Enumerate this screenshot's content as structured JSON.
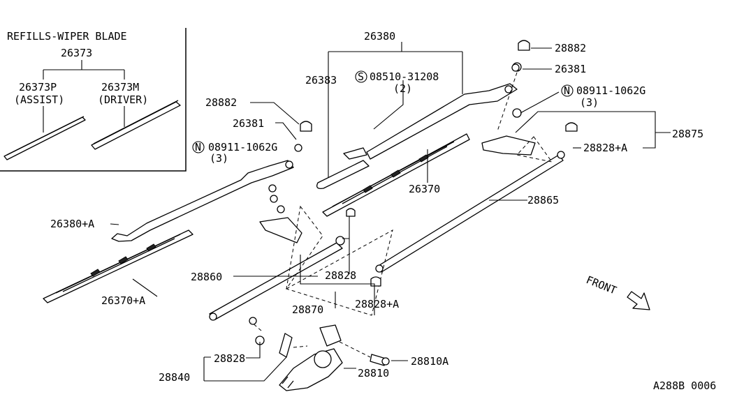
{
  "inset": {
    "title": "REFILLS-WIPER BLADE",
    "group_part": "26373",
    "assist_part": "26373P",
    "assist_label": "(ASSIST)",
    "driver_part": "26373M",
    "driver_label": "(DRIVER)"
  },
  "labels": {
    "p26380": "26380",
    "p26383": "26383",
    "p08510": "08510-31208",
    "p08510_qty": "(2)",
    "p28882_top": "28882",
    "p26381_top": "26381",
    "p08911_top": "08911-1062G",
    "p08911_top_qty": "(3)",
    "p28875": "28875",
    "p28828A_top": "28828+A",
    "p26370": "26370",
    "p28865": "28865",
    "p28882_left": "28882",
    "p26381_left": "26381",
    "p08911_left": "08911-1062G",
    "p08911_left_qty": "(3)",
    "p26380A": "26380+A",
    "p26370A": "26370+A",
    "p28860": "28860",
    "p28828": "28828",
    "p28870": "28870",
    "p28828A_bottom": "28828+A",
    "p28828_bottom": "28828",
    "p28840": "28840",
    "p28810": "28810",
    "p28810A": "28810A",
    "front": "FRONT",
    "s_marker": "S",
    "n_marker": "N"
  },
  "diagram_code": "A288B 0006"
}
